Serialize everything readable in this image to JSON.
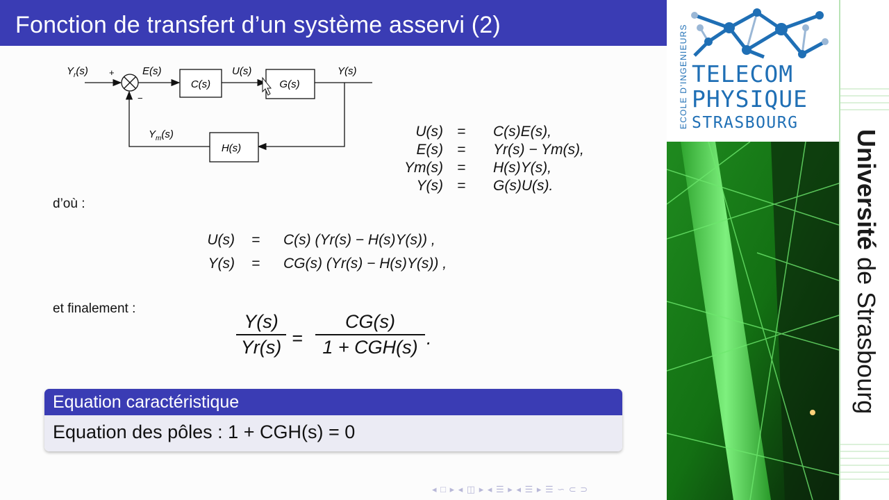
{
  "title": "Fonction de transfert d’un système asservi (2)",
  "diagram": {
    "yr": "Y",
    "yr_sub": "r",
    "yr_arg": "(s)",
    "plus": "+",
    "minus": "−",
    "e": "E(s)",
    "c": "C(s)",
    "u": "U(s)",
    "g": "G(s)",
    "y": "Y(s)",
    "ym": "Y",
    "ym_sub": "m",
    "ym_arg": "(s)",
    "h": "H(s)"
  },
  "system_eqs": {
    "lhs": [
      "U(s)",
      "E(s)",
      "Ym(s)",
      "Y(s)"
    ],
    "sign": "=",
    "rhs": [
      "C(s)E(s),",
      "Yr(s) − Ym(s),",
      "H(s)Y(s),",
      "G(s)U(s)."
    ]
  },
  "dou": "d’où :",
  "subst_eqs": {
    "lhs": [
      "U(s)",
      "Y(s)"
    ],
    "rhs": [
      "C(s) (Yr(s) − H(s)Y(s)) ,",
      "CG(s) (Yr(s) − H(s)Y(s)) ,"
    ]
  },
  "finalement": "et finalement :",
  "fraction": {
    "left_num": "Y(s)",
    "left_den": "Yr(s)",
    "eq": "=",
    "right_num": "CG(s)",
    "right_den": "1 + CGH(s)",
    "end": "."
  },
  "block": {
    "header": "Equation caractéristique",
    "body": "Equation des pôles : 1 + CGH(s) = 0"
  },
  "nav_symbols": "◂ □ ▸ ◂ ◫ ▸ ◂ ☰ ▸ ◂ ☰ ▸ ☰ ∽ ⊂ ⊃",
  "logo": {
    "side": "ECOLE D’INGENIEURS",
    "line1": "TELECOM",
    "line2": "PHYSIQUE",
    "line3": "STRASBOURG"
  },
  "university": {
    "bold": "Université",
    "regular": " de Strasbourg"
  },
  "colors": {
    "title_bar": "#3a3cb4",
    "logo_blue": "#1f6fb5",
    "photo_green": "#3ccf3c"
  }
}
